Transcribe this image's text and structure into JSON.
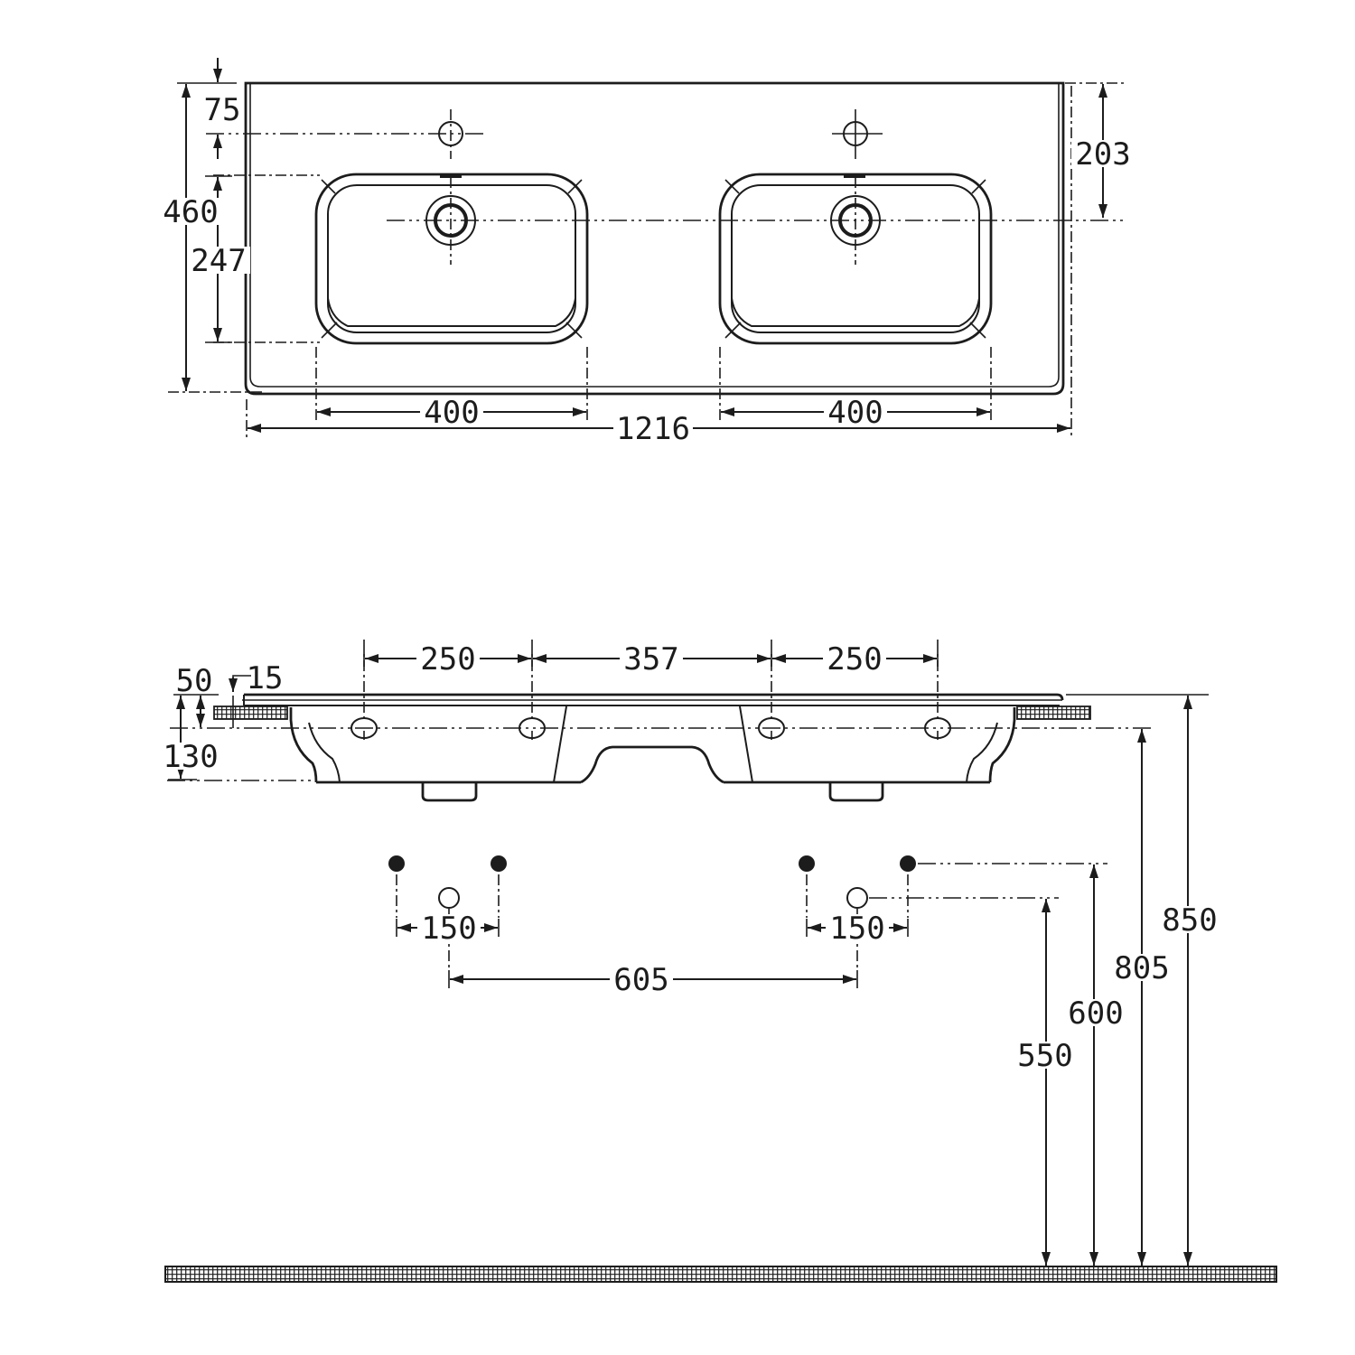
{
  "plan_view": {
    "overall_width": "1216",
    "overall_depth": "460",
    "tap_hole_setback": "75",
    "basin_length": "247",
    "drain_setback": "203",
    "left_basin_width": "400",
    "right_basin_width": "400"
  },
  "front_view": {
    "fixing_hole_spacing_left": "250",
    "fixing_hole_spacing_center": "357",
    "fixing_hole_spacing_right": "250",
    "edge_drop": "50",
    "top_thickness": "15",
    "body_height": "130",
    "bracket_spacing_left": "150",
    "bracket_spacing_right": "150",
    "trap_centres": "605",
    "height_550": "550",
    "height_600": "600",
    "height_805": "805",
    "height_850": "850"
  },
  "colors": {
    "ink": "#1c1c1c",
    "background": "#ffffff"
  }
}
